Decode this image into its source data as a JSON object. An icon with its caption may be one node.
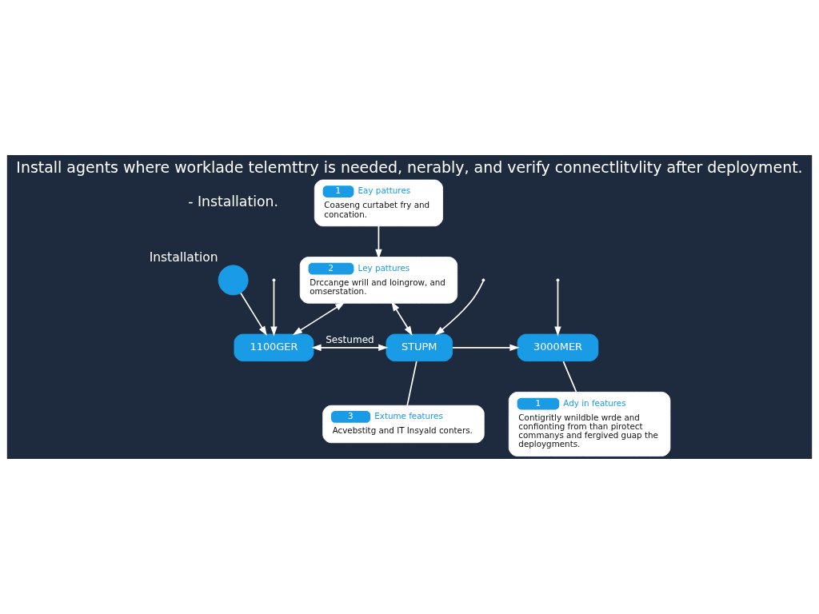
{
  "diagram": {
    "title": "Install agents where worklade telemttry is needed, nerably, and verify connectlitvlity after deployment.",
    "nodes": [
      {
        "text": [],
        "shape": "circle",
        "beside": [
          "Installation"
        ]
      },
      {
        "text": [
          "1100GER"
        ]
      },
      {
        "text": [
          "STUPM"
        ]
      },
      {
        "text": [
          "3000MER"
        ]
      },
      {
        "text": [
          "2",
          "Ley pattures",
          "Drccange wrill and loingrow, and omserstation."
        ]
      },
      {
        "text": [
          "1",
          "Eay pattures",
          "Coaseng curtabet fry and concation."
        ]
      },
      {
        "text": [
          "3",
          "Extume features",
          "Acvebstitg and IT Insyald conters."
        ]
      },
      {
        "text": [
          "1",
          "Ady in features",
          "Contigritly wnildble wrde and confionting from than pirotect commanys and fergived guap the deploygments."
        ]
      }
    ],
    "edges": [
      {
        "from": 0,
        "to": 1,
        "arrow": "to"
      },
      {
        "from": 1,
        "to": 2,
        "arrow": "both",
        "label": "Sestumed"
      },
      {
        "from": 2,
        "to": 3,
        "arrow": "to"
      },
      {
        "from": null,
        "to": 1,
        "arrow": "to"
      },
      {
        "from": null,
        "to": 2,
        "arrow": "to"
      },
      {
        "from": null,
        "to": 3,
        "arrow": "to"
      },
      {
        "from": 4,
        "to": 1,
        "arrow": "both"
      },
      {
        "from": 4,
        "to": 2,
        "arrow": "both"
      },
      {
        "from": 5,
        "to": 4,
        "arrow": "to"
      },
      {
        "from": 2,
        "to": 6,
        "arrow": "none"
      },
      {
        "from": 3,
        "to": 7,
        "arrow": "none"
      }
    ],
    "labels": [
      "- Installation."
    ]
  }
}
